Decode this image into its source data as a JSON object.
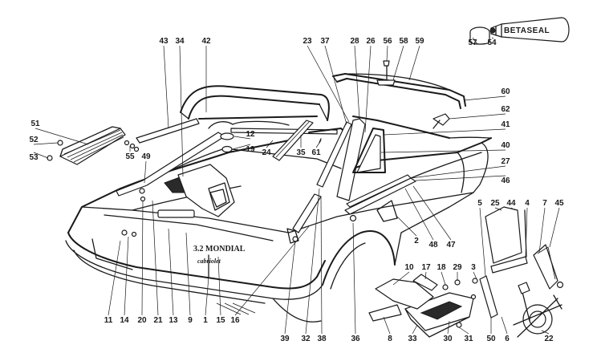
{
  "diagram": {
    "product": {
      "brand": "BETASEAL"
    },
    "badges": {
      "model": "3.2 MONDIAL",
      "variant": "cabriolet"
    },
    "callouts": [
      "1",
      "2",
      "3",
      "4",
      "5",
      "6",
      "7",
      "8",
      "9",
      "10",
      "11",
      "12",
      "13",
      "14",
      "15",
      "16",
      "17",
      "18",
      "19",
      "20",
      "21",
      "22",
      "23",
      "24",
      "25",
      "26",
      "27",
      "28",
      "29",
      "30",
      "31",
      "32",
      "33",
      "34",
      "35",
      "36",
      "37",
      "38",
      "39",
      "40",
      "41",
      "42",
      "43",
      "44",
      "45",
      "46",
      "47",
      "48",
      "49",
      "50",
      "51",
      "52",
      "53",
      "54",
      "55",
      "56",
      "57",
      "58",
      "59",
      "60",
      "61",
      "62"
    ]
  }
}
